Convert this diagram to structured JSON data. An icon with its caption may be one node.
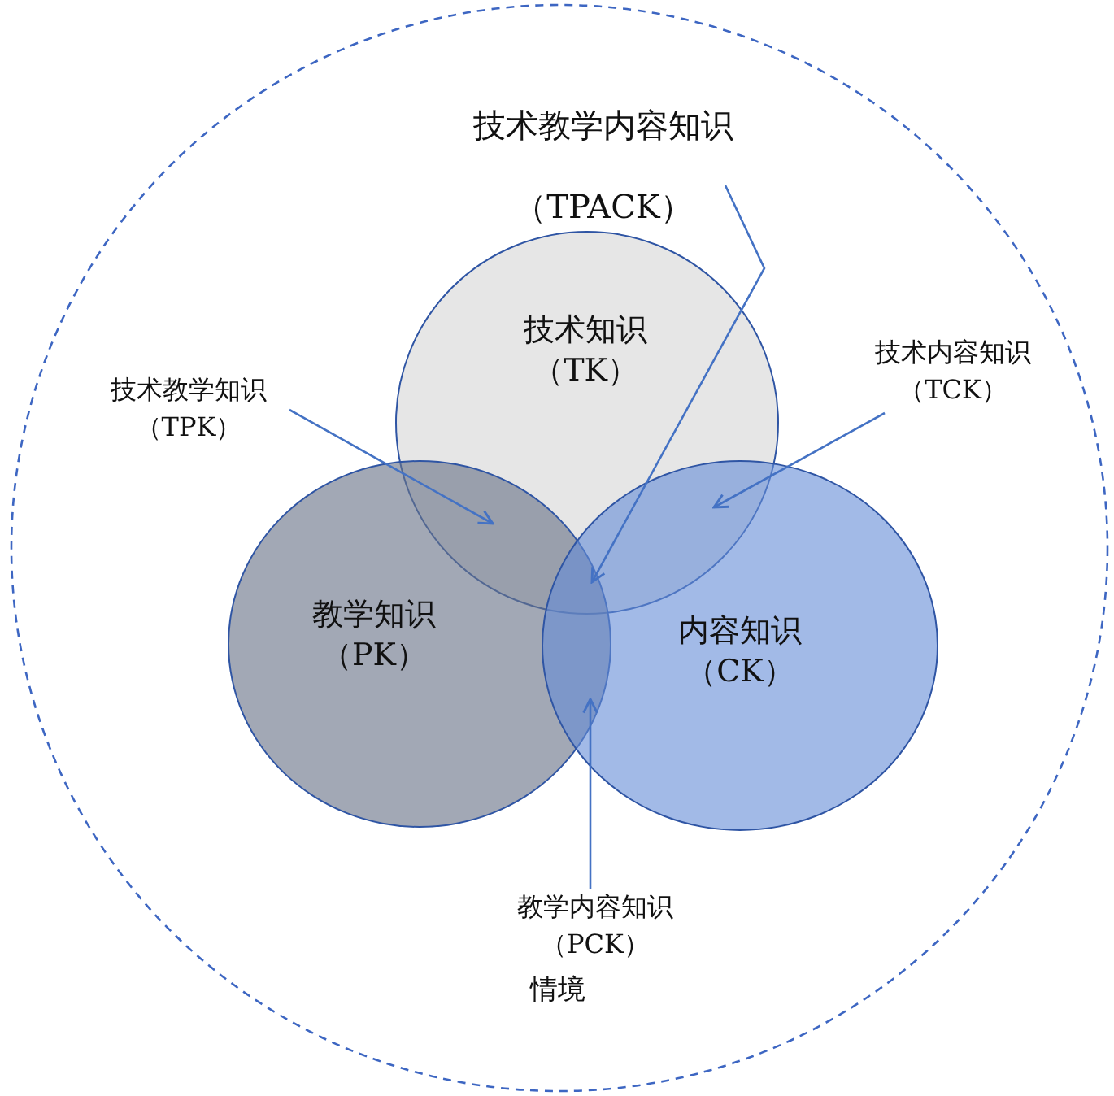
{
  "diagram": {
    "nodes": [
      {
        "text": [
          "情境"
        ]
      },
      {
        "text": [
          "技术教学内容知识（TPACK）"
        ],
        "in": 0
      },
      {
        "text": [
          "技术知识（TK）"
        ],
        "in": 0
      },
      {
        "text": [
          "教学知识（PK）"
        ],
        "in": 0
      },
      {
        "text": [
          "内容知识（CK）"
        ],
        "in": 0
      },
      {
        "text": [
          "技术教学知识（TPK）"
        ],
        "in": 0
      },
      {
        "text": [
          "技术内容知识（TCK）"
        ],
        "in": 0
      },
      {
        "text": [
          "教学内容知识（PCK）"
        ],
        "in": 0
      }
    ],
    "edges": [
      {
        "from": 1,
        "to": 3,
        "arrow": "to"
      },
      {
        "from": 5,
        "to": 3,
        "arrow": "to"
      },
      {
        "from": 6,
        "to": 4,
        "arrow": "to"
      },
      {
        "from": 7,
        "to": 3,
        "arrow": "to"
      }
    ]
  }
}
